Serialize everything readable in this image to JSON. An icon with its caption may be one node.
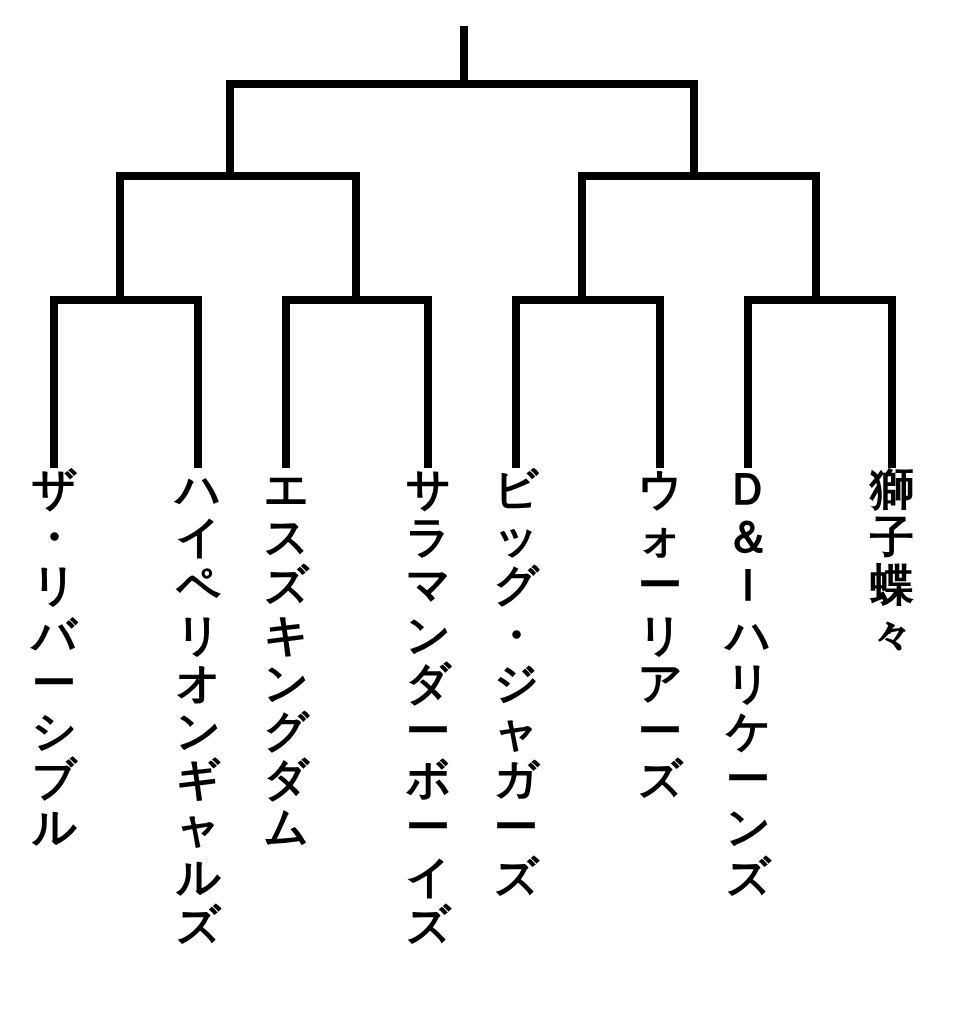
{
  "diagram": {
    "nodes": [
      {
        "text": [
          "ザ・リバーシブル"
        ]
      },
      {
        "text": [
          "ハイペリオンギャルズ"
        ]
      },
      {
        "text": [
          "エスズキングダム"
        ]
      },
      {
        "text": [
          "サラマンダーボーイズ"
        ]
      },
      {
        "text": [
          "ビッグ・ジャガーズ"
        ]
      },
      {
        "text": [
          "ウォーリアーズ"
        ]
      },
      {
        "text": [
          "Ｄ＆Ｉハリケーンズ"
        ]
      },
      {
        "text": [
          "獅子蝶々"
        ]
      }
    ],
    "edges": [
      {
        "from": 0,
        "to": null,
        "arrow": "none"
      },
      {
        "from": 1,
        "to": null,
        "arrow": "none"
      },
      {
        "from": 2,
        "to": null,
        "arrow": "none"
      },
      {
        "from": 3,
        "to": null,
        "arrow": "none"
      },
      {
        "from": 4,
        "to": null,
        "arrow": "none"
      },
      {
        "from": 5,
        "to": null,
        "arrow": "none"
      },
      {
        "from": 6,
        "to": null,
        "arrow": "none"
      },
      {
        "from": 7,
        "to": null,
        "arrow": "none"
      }
    ]
  }
}
